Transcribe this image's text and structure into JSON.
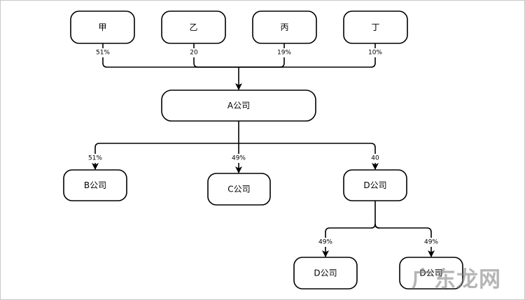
{
  "nodes": {
    "jia": "甲",
    "yi": "乙",
    "bing": "丙",
    "ding": "丁",
    "a": "A公司",
    "b": "B公司",
    "c": "C公司",
    "d": "D公司",
    "d_child_left": "D公司",
    "d_child_right": "D公司"
  },
  "edges": {
    "jia_to_a": "51%",
    "yi_to_a": "20",
    "bing_to_a": "19%",
    "ding_to_a": "10%",
    "a_to_b": "51%",
    "a_to_c": "49%",
    "a_to_d": "40",
    "d_to_left": "49%",
    "d_to_right": "49%"
  },
  "watermark": "广东龙网"
}
